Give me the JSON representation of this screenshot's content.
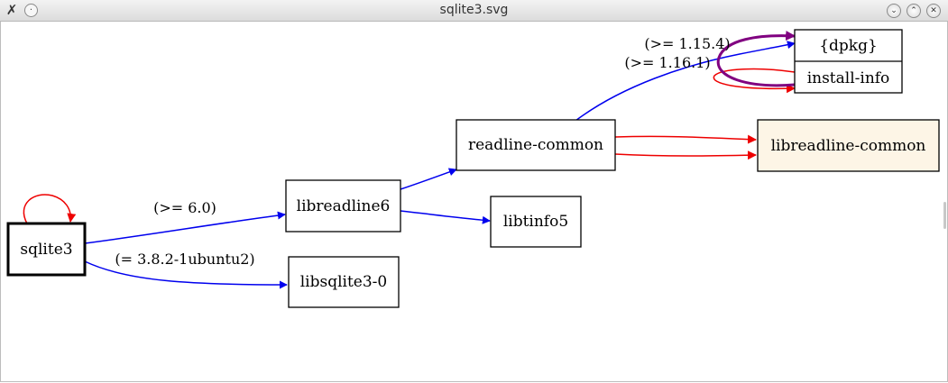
{
  "window": {
    "title": "sqlite3.svg",
    "app_icon": "x-tools-icon",
    "buttons": [
      "pin",
      "minimize",
      "maximize",
      "close"
    ]
  },
  "graph": {
    "nodes": {
      "sqlite3": "sqlite3",
      "libreadline6": "libreadline6",
      "libsqlite3": "libsqlite3-0",
      "readline_common": "readline-common",
      "libtinfo5": "libtinfo5",
      "libreadline_common": "libreadline-common",
      "dpkg": "{dpkg}",
      "install_info": "install-info"
    },
    "edge_labels": {
      "libreadline6": "(>= 6.0)",
      "libsqlite3": "(= 3.8.2-1ubuntu2)",
      "dpkg": "(>= 1.15.4)",
      "install_info": "(>= 1.16.1)"
    },
    "colors": {
      "depends": "#0000ee",
      "conflicts": "#ee0000",
      "pre_depends": "#800080",
      "highlight_fill": "#fdf5e6"
    }
  }
}
